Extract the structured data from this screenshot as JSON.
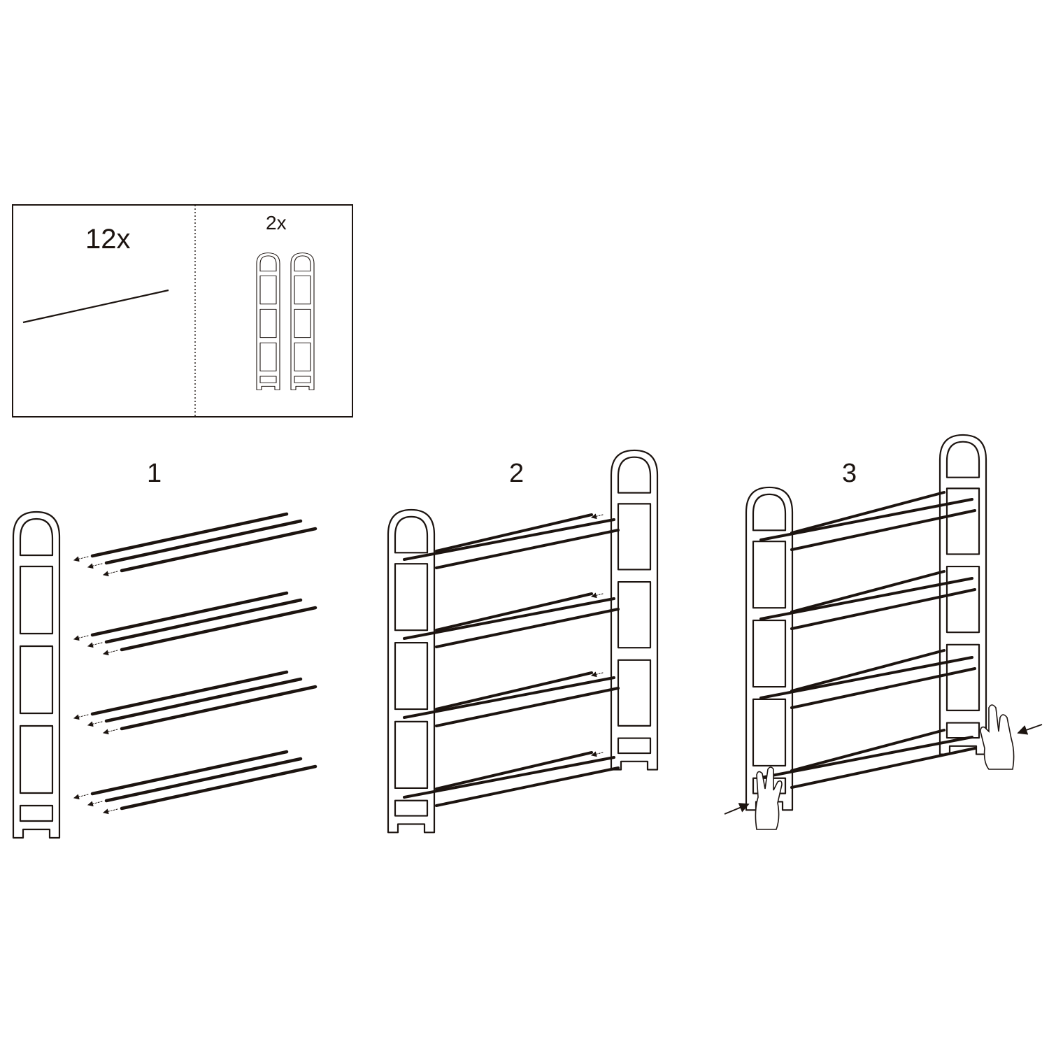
{
  "colors": {
    "line": "#1c1410",
    "paper": "#ffffff"
  },
  "parts": {
    "rods": {
      "quantity": "12x",
      "icon": "rod-icon"
    },
    "side_frames": {
      "quantity": "2x",
      "icon": "ladder-frame-icon"
    }
  },
  "steps": [
    {
      "number": "1",
      "description_icon": "insert-rods-into-frame"
    },
    {
      "number": "2",
      "description_icon": "attach-second-frame"
    },
    {
      "number": "3",
      "description_icon": "press-frames-together"
    }
  ]
}
